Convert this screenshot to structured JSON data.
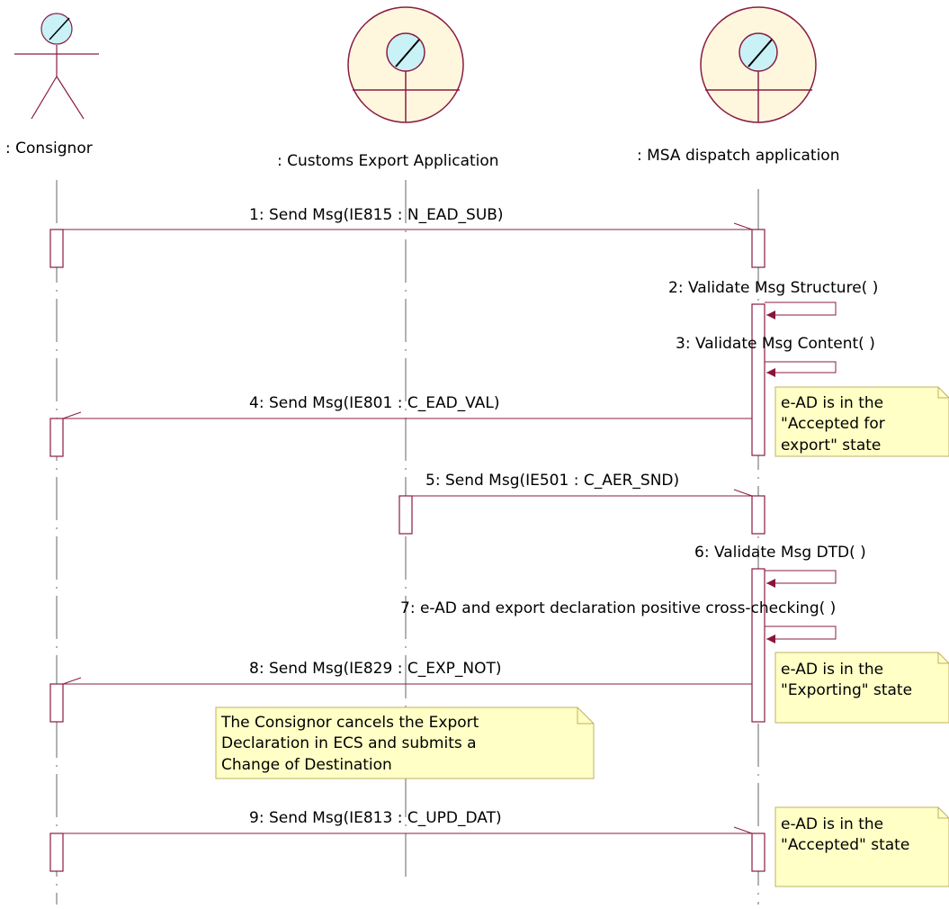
{
  "actors": {
    "consignor": ": Consignor",
    "customs": ": Customs Export Application",
    "msa": ": MSA dispatch application"
  },
  "messages": {
    "m1": "1: Send Msg(IE815 : N_EAD_SUB)",
    "m2": "2: Validate Msg Structure( )",
    "m3": "3: Validate Msg Content( )",
    "m4": "4: Send Msg(IE801 : C_EAD_VAL)",
    "m5": "5: Send Msg(IE501 : C_AER_SND)",
    "m6": "6: Validate Msg DTD( )",
    "m7": "7: e-AD and export declaration positive cross-checking( )",
    "m8": "8: Send Msg(IE829 : C_EXP_NOT)",
    "m9": "9: Send Msg(IE813 : C_UPD_DAT)"
  },
  "notes": {
    "n1": [
      "e-AD is in the",
      "\"Accepted for",
      "export\" state"
    ],
    "n2": [
      "e-AD is in the",
      "\"Exporting\" state"
    ],
    "n3": [
      "The Consignor cancels the Export",
      "Declaration in ECS and submits a",
      "Change of Destination"
    ],
    "n4": [
      "e-AD is in the",
      "\"Accepted\" state"
    ]
  },
  "colors": {
    "line": "#8a1c44",
    "arrowhead": "#8a1538",
    "lens": "#c8f2f6",
    "boundary_fill": "#fff7dd",
    "note_fill": "#ffffc6",
    "note_border": "#c0b060"
  }
}
